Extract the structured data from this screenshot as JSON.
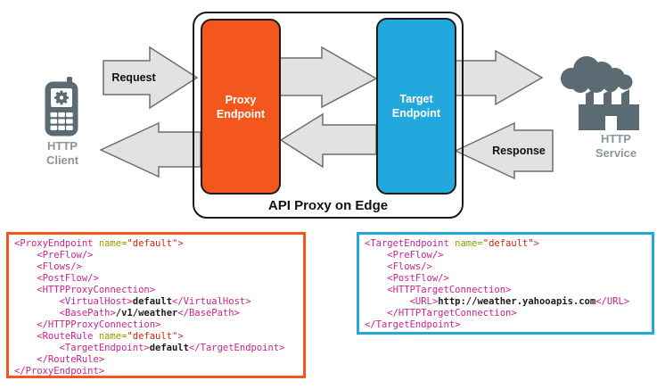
{
  "colors": {
    "proxy_orange": "#F4571D",
    "target_blue": "#23A8DD",
    "arrow_fill": "#E2E2E2",
    "arrow_stroke": "#6E6E6E",
    "icon_slate": "#5A6B73",
    "label_gray": "#8A959B",
    "code_tag": "#D02090",
    "code_attr": "#999900",
    "code_value": "#DD2211",
    "code_text": "#1A1A1A"
  },
  "diagram": {
    "client_label": [
      "HTTP",
      "Client"
    ],
    "service_label": [
      "HTTP",
      "Service"
    ],
    "proxy_box_label": [
      "Proxy",
      "Endpoint"
    ],
    "target_box_label": [
      "Target",
      "Endpoint"
    ],
    "container_label": "API Proxy on Edge",
    "request_arrow_label": "Request",
    "response_arrow_label": "Response"
  },
  "code_blocks": {
    "proxy": {
      "border_color": "#F4571D",
      "lines": [
        [
          [
            "tag",
            "<ProxyEndpoint "
          ],
          [
            "attr",
            "name="
          ],
          [
            "val",
            "\"default\""
          ],
          [
            "tag",
            ">"
          ]
        ],
        [
          [
            "tag",
            "    <PreFlow/>"
          ]
        ],
        [
          [
            "tag",
            "    <Flows/>"
          ]
        ],
        [
          [
            "tag",
            "    <PostFlow/>"
          ]
        ],
        [
          [
            "tag",
            "    <HTTPProxyConnection>"
          ]
        ],
        [
          [
            "tag",
            "        <VirtualHost>"
          ],
          [
            "txt",
            "default"
          ],
          [
            "tag",
            "</VirtualHost>"
          ]
        ],
        [
          [
            "tag",
            "        <BasePath>"
          ],
          [
            "txt",
            "/v1/weather"
          ],
          [
            "tag",
            "</BasePath>"
          ]
        ],
        [
          [
            "tag",
            "    </HTTPProxyConnection>"
          ]
        ],
        [
          [
            "tag",
            "    <RouteRule "
          ],
          [
            "attr",
            "name="
          ],
          [
            "val",
            "\"default\""
          ],
          [
            "tag",
            ">"
          ]
        ],
        [
          [
            "tag",
            "        <TargetEndpoint>"
          ],
          [
            "txt",
            "default"
          ],
          [
            "tag",
            "</TargetEndpoint>"
          ]
        ],
        [
          [
            "tag",
            "    </RouteRule>"
          ]
        ],
        [
          [
            "tag",
            "</ProxyEndpoint>"
          ]
        ]
      ]
    },
    "target": {
      "border_color": "#23A8DD",
      "lines": [
        [
          [
            "tag",
            "<TargetEndpoint "
          ],
          [
            "attr",
            "name="
          ],
          [
            "val",
            "\"default\""
          ],
          [
            "tag",
            ">"
          ]
        ],
        [
          [
            "tag",
            "    <PreFlow/>"
          ]
        ],
        [
          [
            "tag",
            "    <Flows/>"
          ]
        ],
        [
          [
            "tag",
            "    <PostFlow/>"
          ]
        ],
        [
          [
            "tag",
            "    <HTTPTargetConnection>"
          ]
        ],
        [
          [
            "tag",
            "        <URL>"
          ],
          [
            "txt",
            "http://weather.yahooapis.com"
          ],
          [
            "tag",
            "</URL>"
          ]
        ],
        [
          [
            "tag",
            "    </HTTPTargetConnection>"
          ]
        ],
        [
          [
            "tag",
            "</TargetEndpoint>"
          ]
        ]
      ]
    }
  }
}
